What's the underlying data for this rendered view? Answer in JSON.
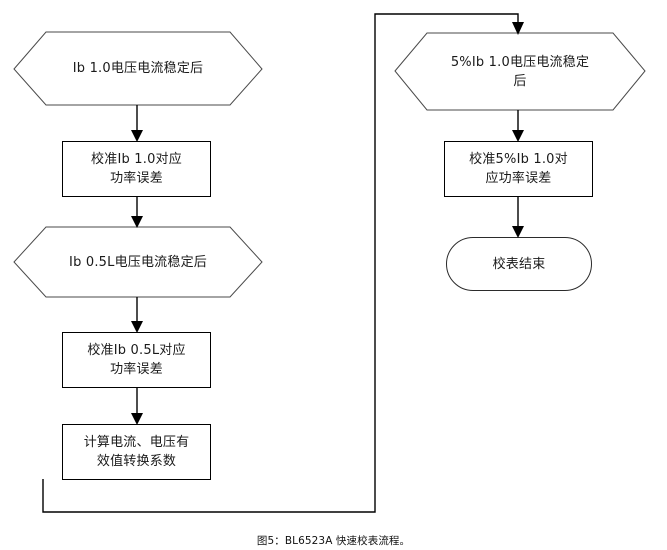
{
  "figure": {
    "caption": "图5：BL6523A 快速校表流程。",
    "background_color": "#ffffff",
    "line_color": "#000000",
    "shape_fill": "#ffffff"
  },
  "nodes": {
    "left_column": [
      {
        "id": "ib-1-0-stable",
        "type": "hexagon",
        "text": "Ib 1.0电压电流稳定后"
      },
      {
        "id": "calibrate-ib-1-0",
        "type": "process",
        "text": "校准Ib 1.0对应\n功率误差"
      },
      {
        "id": "ib-0-5l-stable",
        "type": "hexagon",
        "text": "Ib 0.5L电压电流稳定后"
      },
      {
        "id": "calibrate-ib-0-5l",
        "type": "process",
        "text": "校准Ib 0.5L对应\n功率误差"
      },
      {
        "id": "compute-rms-coefficient",
        "type": "process",
        "text": "计算电流、电压有\n效值转换系数"
      }
    ],
    "right_column": [
      {
        "id": "five-percent-ib-1-0-stable",
        "type": "hexagon",
        "text": "5%Ib 1.0电压电流稳定\n后"
      },
      {
        "id": "calibrate-5-percent-ib-1-0",
        "type": "process",
        "text": "校准5%Ib 1.0对\n应功率误差"
      },
      {
        "id": "calibration-end",
        "type": "terminator",
        "text": "校表结束"
      }
    ]
  }
}
